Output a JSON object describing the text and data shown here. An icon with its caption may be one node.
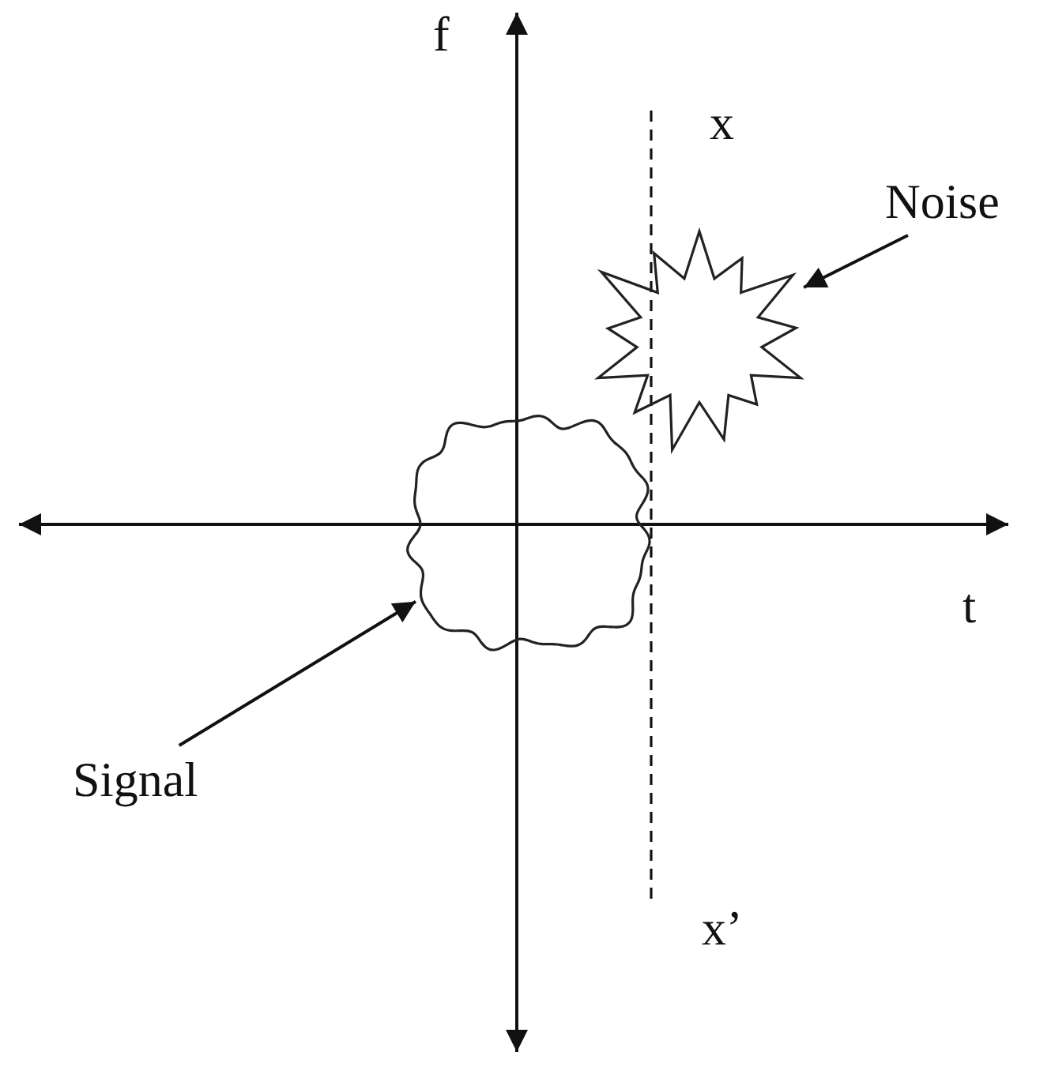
{
  "diagram": {
    "nodes": [
      {
        "text": [
          "Noise"
        ]
      },
      {
        "text": [],
        "shape": "star"
      },
      {
        "text": [],
        "shape": "cloud"
      },
      {
        "text": [
          "Signal"
        ]
      }
    ],
    "edges": [
      {
        "from": 0,
        "to": 1,
        "arrow": "to"
      },
      {
        "from": 3,
        "to": 2,
        "arrow": "to"
      }
    ],
    "labels": [
      "f",
      "x",
      "t",
      "x’"
    ]
  }
}
